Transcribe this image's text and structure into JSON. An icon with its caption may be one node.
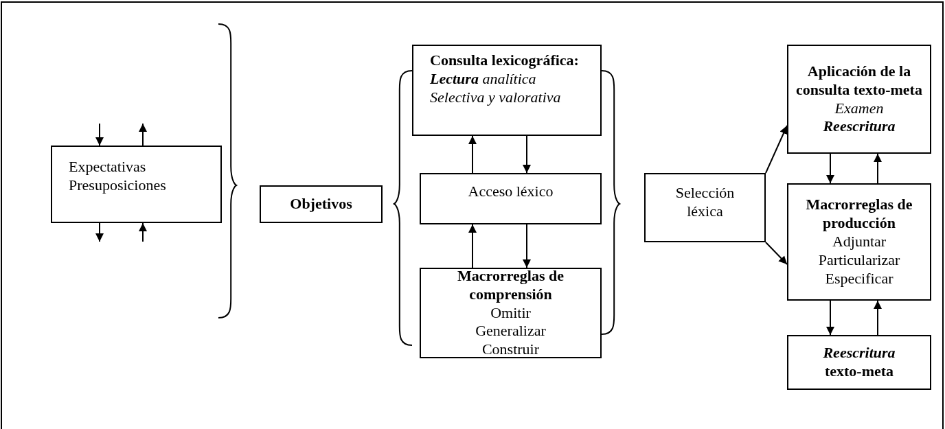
{
  "diagram": {
    "nodes": [
      {
        "text": [
          "Expectativas",
          "Presuposiciones"
        ]
      },
      {
        "text": [
          "Objetivos"
        ]
      },
      {
        "text": [
          "Consulta lexicográfica:",
          "**Lectura** analítica",
          "Selectiva y valorativa"
        ]
      },
      {
        "text": [
          "Acceso léxico"
        ]
      },
      {
        "text": [
          "Macrorreglas de comprensión",
          "Omitir",
          "Generalizar",
          "Construir"
        ]
      },
      {
        "text": [
          "Selección léxica"
        ]
      },
      {
        "text": [
          "Aplicación de la consulta texto-meta",
          "Examen",
          "Reescritura"
        ]
      },
      {
        "text": [
          "Macrorreglas de producción",
          "Adjuntar",
          "Particularizar",
          "Especificar"
        ]
      },
      {
        "text": [
          "Reescritura",
          "texto-meta"
        ]
      }
    ],
    "edges": [
      {
        "from": null,
        "to": 0,
        "arrow": "to"
      },
      {
        "from": 0,
        "to": null,
        "arrow": "to"
      },
      {
        "from": 0,
        "to": null,
        "arrow": "to"
      },
      {
        "from": null,
        "to": 0,
        "arrow": "to"
      },
      {
        "from": 3,
        "to": 2,
        "arrow": "to"
      },
      {
        "from": 2,
        "to": 3,
        "arrow": "to"
      },
      {
        "from": 4,
        "to": 3,
        "arrow": "to"
      },
      {
        "from": 3,
        "to": 4,
        "arrow": "to"
      },
      {
        "from": 5,
        "to": 6,
        "arrow": "to"
      },
      {
        "from": 5,
        "to": 7,
        "arrow": "to"
      },
      {
        "from": 6,
        "to": 7,
        "arrow": "to"
      },
      {
        "from": 7,
        "to": 6,
        "arrow": "to"
      },
      {
        "from": 7,
        "to": 8,
        "arrow": "to"
      },
      {
        "from": 8,
        "to": 7,
        "arrow": "to"
      }
    ]
  }
}
